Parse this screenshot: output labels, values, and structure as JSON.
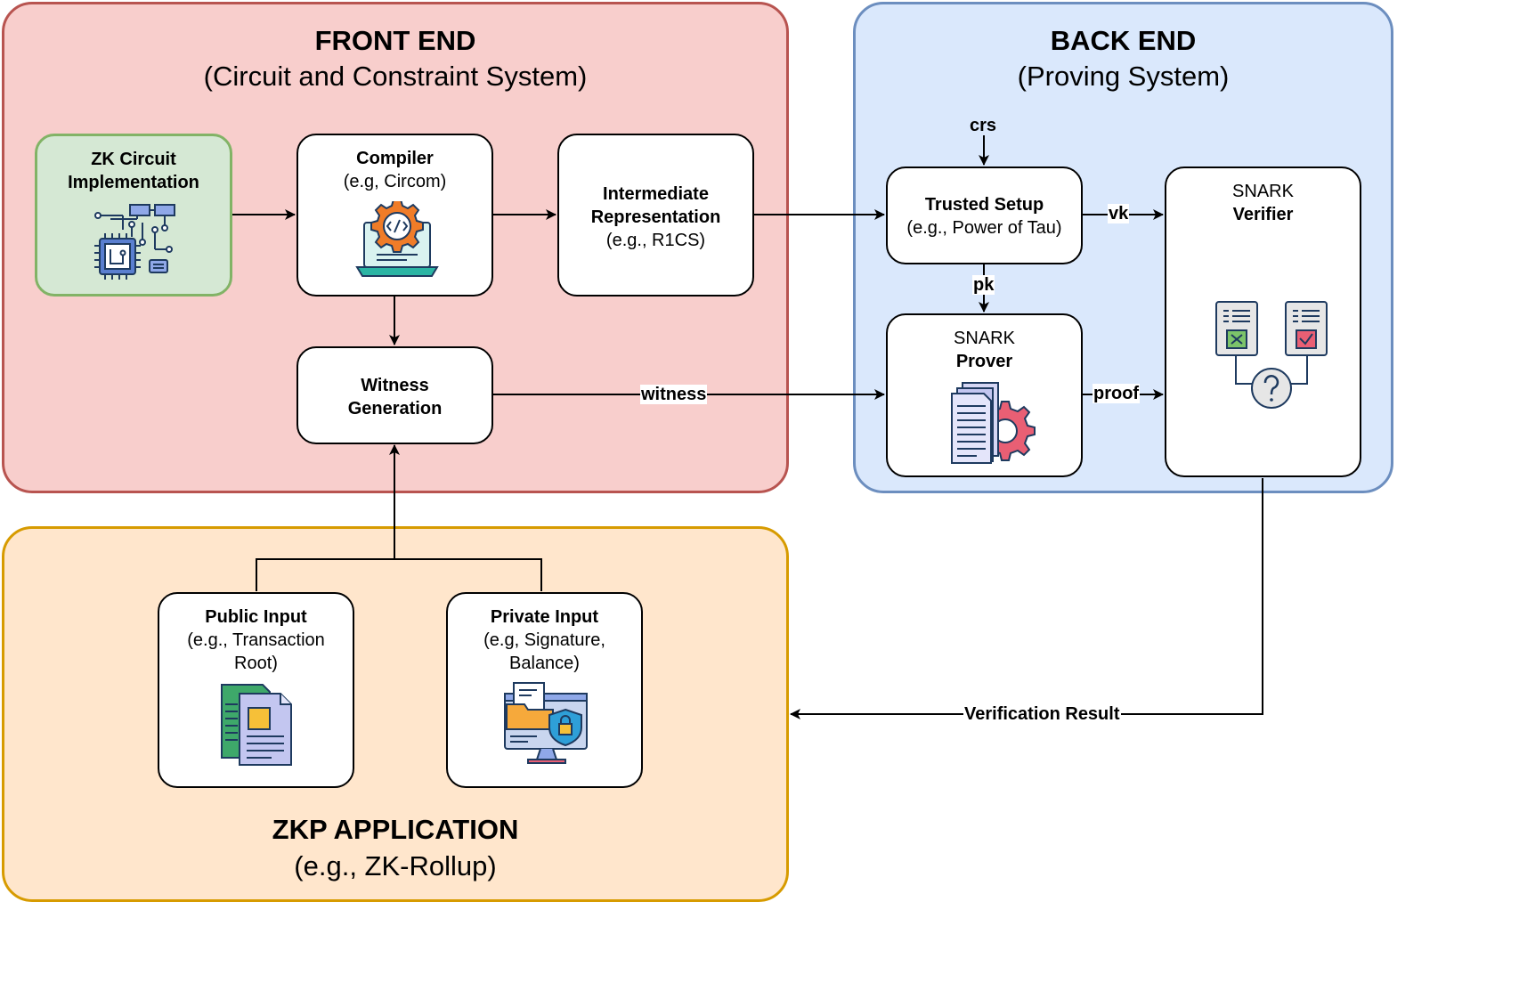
{
  "groups": {
    "front_end": {
      "title": "FRONT END",
      "subtitle": "(Circuit and Constraint System)"
    },
    "back_end": {
      "title": "BACK END",
      "subtitle": "(Proving System)"
    },
    "zkp_app": {
      "title": "ZKP APPLICATION",
      "subtitle": "(e.g., ZK-Rollup)"
    }
  },
  "nodes": {
    "zk_circuit": {
      "line1": "ZK Circuit",
      "line2": "Implementation",
      "icon": "circuit-board-icon"
    },
    "compiler": {
      "title": "Compiler",
      "detail": "(e.g, Circom)",
      "icon": "laptop-code-gear-icon"
    },
    "ir": {
      "line1": "Intermediate",
      "line2": "Representation",
      "detail": "(e.g., R1CS)"
    },
    "witness_gen": {
      "line1": "Witness",
      "line2": "Generation"
    },
    "trusted_setup": {
      "title": "Trusted Setup",
      "detail": "(e.g., Power of Tau)"
    },
    "prover": {
      "kicker": "SNARK",
      "title": "Prover",
      "icon": "document-gear-icon"
    },
    "verifier": {
      "kicker": "SNARK",
      "title": "Verifier",
      "icon": "verify-documents-icon"
    },
    "public_input": {
      "title": "Public Input",
      "detail1": "(e.g., Transaction",
      "detail2": "Root)",
      "icon": "documents-icon"
    },
    "private_input": {
      "title": "Private Input",
      "detail1": "(e.g, Signature,",
      "detail2": "Balance)",
      "icon": "secure-folder-monitor-icon"
    }
  },
  "edges": {
    "crs": "crs",
    "pk": "pk",
    "vk": "vk",
    "witness": "witness",
    "proof": "proof",
    "verification_result": "Verification Result"
  },
  "colors": {
    "front_fill": "#f8cecc",
    "front_stroke": "#b85450",
    "back_fill": "#dae8fc",
    "back_stroke": "#6c8ebf",
    "app_fill": "#ffe6cc",
    "app_stroke": "#d79b00",
    "circuit_fill": "#d5e8d4",
    "circuit_stroke": "#82b366"
  }
}
